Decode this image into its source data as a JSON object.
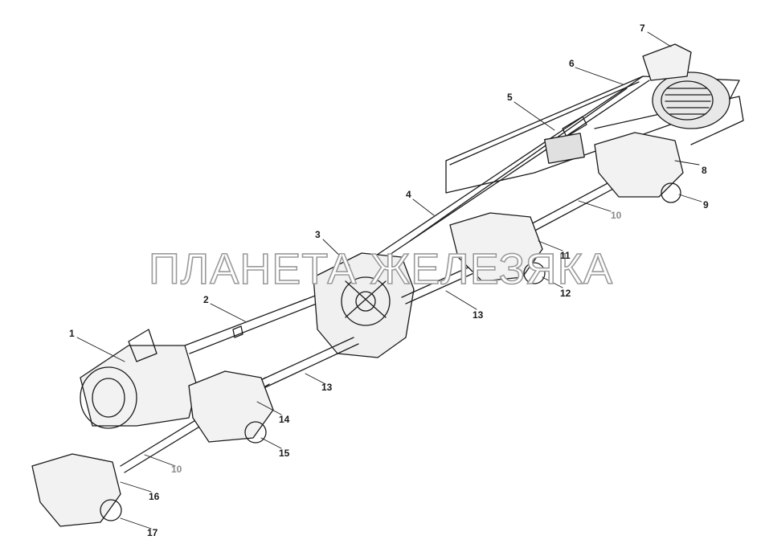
{
  "watermark": "ПЛАНЕТА ЖЕЛЕЗЯКА",
  "colors": {
    "line": "#1a1a1a",
    "shade": "#c8c8c8",
    "highlight_label": "#8a8a8a"
  },
  "callouts": [
    {
      "id": "c1",
      "label": "1"
    },
    {
      "id": "c2",
      "label": "2"
    },
    {
      "id": "c3",
      "label": "3"
    },
    {
      "id": "c4",
      "label": "4"
    },
    {
      "id": "c5",
      "label": "5"
    },
    {
      "id": "c6",
      "label": "6"
    },
    {
      "id": "c7",
      "label": "7"
    },
    {
      "id": "c8",
      "label": "8"
    },
    {
      "id": "c9",
      "label": "9"
    },
    {
      "id": "c10a",
      "label": "10"
    },
    {
      "id": "c11",
      "label": "11"
    },
    {
      "id": "c12",
      "label": "12"
    },
    {
      "id": "c13a",
      "label": "13"
    },
    {
      "id": "c13b",
      "label": "13"
    },
    {
      "id": "c14",
      "label": "14"
    },
    {
      "id": "c15",
      "label": "15"
    },
    {
      "id": "c10b",
      "label": "10"
    },
    {
      "id": "c16",
      "label": "16"
    },
    {
      "id": "c17",
      "label": "17"
    }
  ]
}
